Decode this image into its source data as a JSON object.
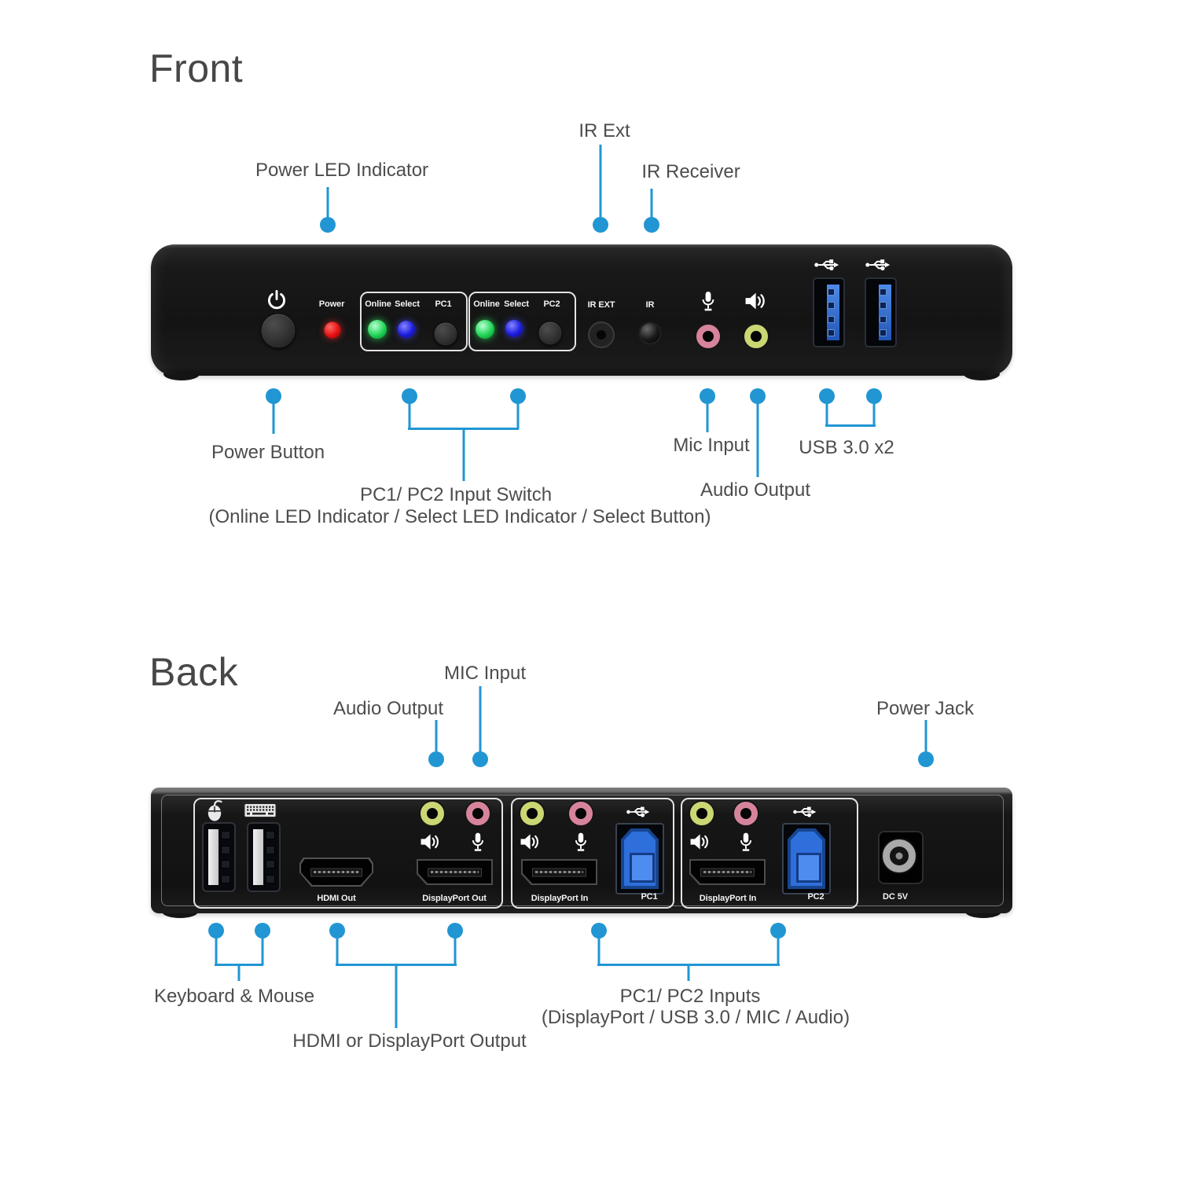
{
  "colors": {
    "accent": "#2196d3",
    "label_text": "#4d4d4d"
  },
  "icons": {
    "power": "power-icon",
    "mic": "mic-icon",
    "speaker": "speaker-icon",
    "usb": "usb-icon",
    "mouse": "mouse-icon",
    "keyboard": "keyboard-icon"
  },
  "front": {
    "heading": "Front",
    "callouts": {
      "power_led": "Power LED Indicator",
      "ir_ext": "IR Ext",
      "ir_receiver": "IR Receiver",
      "power_button": "Power Button",
      "input_switch": "PC1/ PC2 Input Switch",
      "input_switch_detail": "(Online LED Indicator / Select LED Indicator / Select Button)",
      "mic_input": "Mic Input",
      "audio_output": "Audio Output",
      "usb": "USB 3.0 x2"
    },
    "panel": {
      "power": "Power",
      "pc1": {
        "online": "Online",
        "select": "Select",
        "name": "PC1"
      },
      "pc2": {
        "online": "Online",
        "select": "Select",
        "name": "PC2"
      },
      "ir_ext": "IR EXT",
      "ir": "IR"
    }
  },
  "back": {
    "heading": "Back",
    "callouts": {
      "audio_output": "Audio Output",
      "mic_input": "MIC Input",
      "power_jack": "Power Jack",
      "keyboard_mouse": "Keyboard & Mouse",
      "hdmi_dp_output": "HDMI or DisplayPort Output",
      "inputs": "PC1/ PC2 Inputs",
      "inputs_detail": "(DisplayPort / USB 3.0 / MIC / Audio)"
    },
    "panel": {
      "hdmi_out": "HDMI Out",
      "dp_out": "DisplayPort Out",
      "pc1": {
        "dp_in": "DisplayPort In",
        "name": "PC1"
      },
      "pc2": {
        "dp_in": "DisplayPort In",
        "name": "PC2"
      },
      "dc": "DC 5V"
    }
  }
}
